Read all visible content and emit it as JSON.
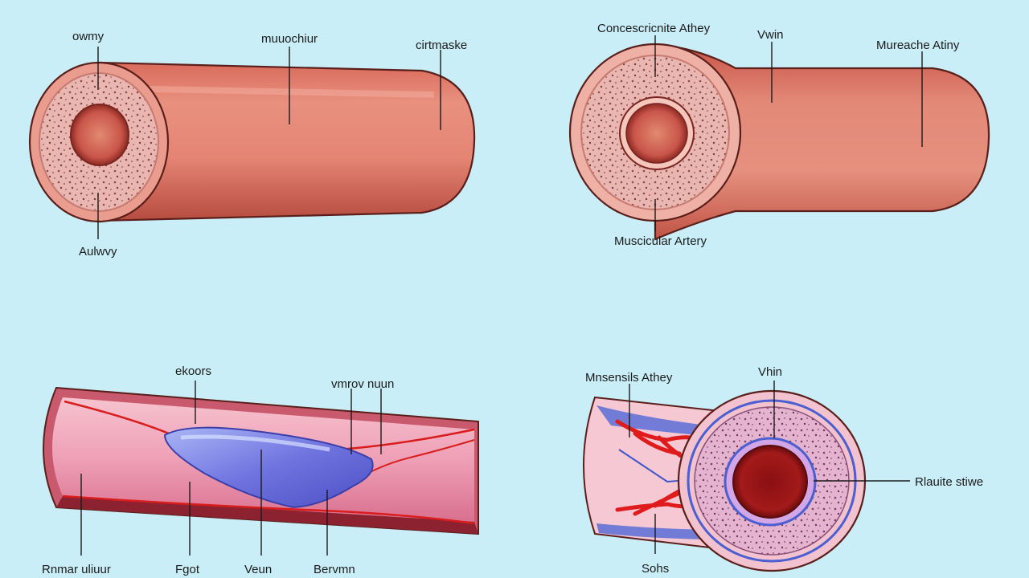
{
  "colors": {
    "background": "#c9eef7",
    "vessel_wall": "#e07a6a",
    "vessel_shadow": "#b94c42",
    "lumen": "#a51e1e",
    "vein_blue": "#6a6fd8",
    "red_vessel": "#e01b1b",
    "tissue_pink": "#f0b8c4"
  },
  "panels": {
    "top_left": {
      "label_top_left": "owmy",
      "label_top_mid": "muuochiur",
      "label_top_right": "cirtmaske",
      "label_bottom": "Aulwvy"
    },
    "top_right": {
      "label_top_left": "Concescricnite Athey",
      "label_top_mid": "Vwin",
      "label_top_right": "Mureache Atiny",
      "label_bottom": "Muscicular Artery"
    },
    "bottom_left": {
      "label_top_a": "ekoors",
      "label_top_b": "vmrov nuun",
      "label_bottom_a": "Rnmar uliuur",
      "label_bottom_b": "Fgot",
      "label_bottom_c": "Veun",
      "label_bottom_d": "Bervmn"
    },
    "bottom_right": {
      "label_top_left": "Mnsensils Athey",
      "label_top_mid": "Vhin",
      "label_right": "Rlauite stiwe",
      "label_bottom": "Sohs"
    }
  }
}
